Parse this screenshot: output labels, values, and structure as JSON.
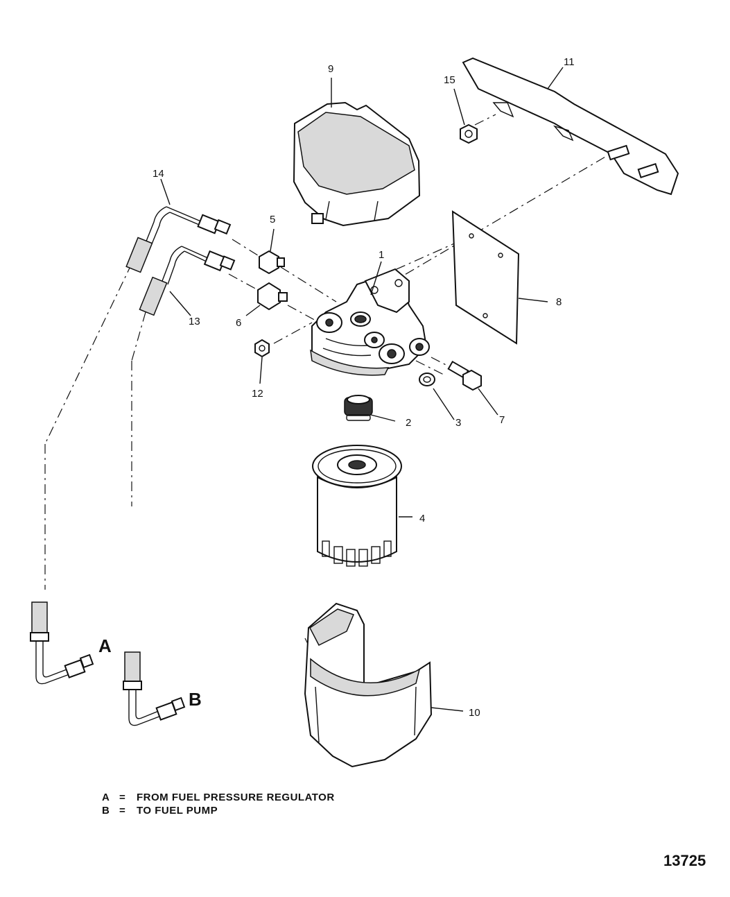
{
  "callouts": [
    {
      "id": "1",
      "label": "1"
    },
    {
      "id": "2",
      "label": "2"
    },
    {
      "id": "3",
      "label": "3"
    },
    {
      "id": "4",
      "label": "4"
    },
    {
      "id": "5",
      "label": "5"
    },
    {
      "id": "6",
      "label": "6"
    },
    {
      "id": "7",
      "label": "7"
    },
    {
      "id": "8",
      "label": "8"
    },
    {
      "id": "9",
      "label": "9"
    },
    {
      "id": "10",
      "label": "10"
    },
    {
      "id": "11",
      "label": "11"
    },
    {
      "id": "12",
      "label": "12"
    },
    {
      "id": "13",
      "label": "13"
    },
    {
      "id": "14",
      "label": "14"
    },
    {
      "id": "15",
      "label": "15"
    }
  ],
  "letters": {
    "a": "A",
    "b": "B"
  },
  "legend": [
    {
      "key": "A",
      "eq": "=",
      "text": "FROM FUEL PRESSURE REGULATOR"
    },
    {
      "key": "B",
      "eq": "=",
      "text": "TO FUEL PUMP"
    }
  ],
  "figure_number": "13725"
}
